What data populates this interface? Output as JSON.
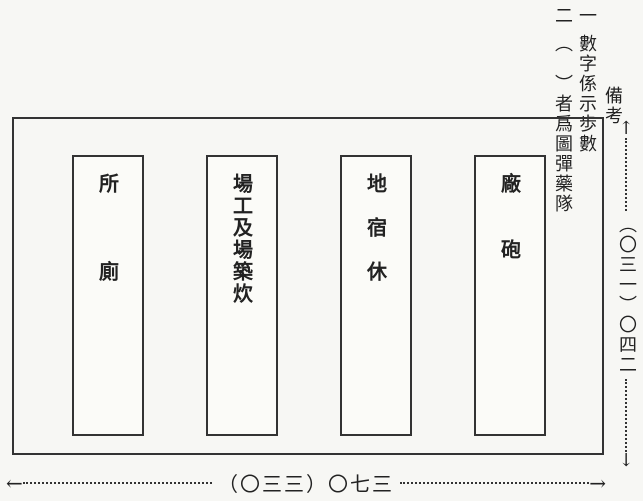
{
  "remark_label": "備考",
  "notes": [
    {
      "number": "一",
      "text": "數字係示歩數"
    },
    {
      "number": "二",
      "text": "（　）者爲圖彈藥隊"
    }
  ],
  "buildings": [
    {
      "label": "廠　　砲"
    },
    {
      "label": "地　宿　休"
    },
    {
      "label": "場工及場築炊"
    },
    {
      "label": "所　　　廁"
    }
  ],
  "dimensions": {
    "depth": "（〇三一）〇四二",
    "width": "（〇三三）〇七三"
  }
}
